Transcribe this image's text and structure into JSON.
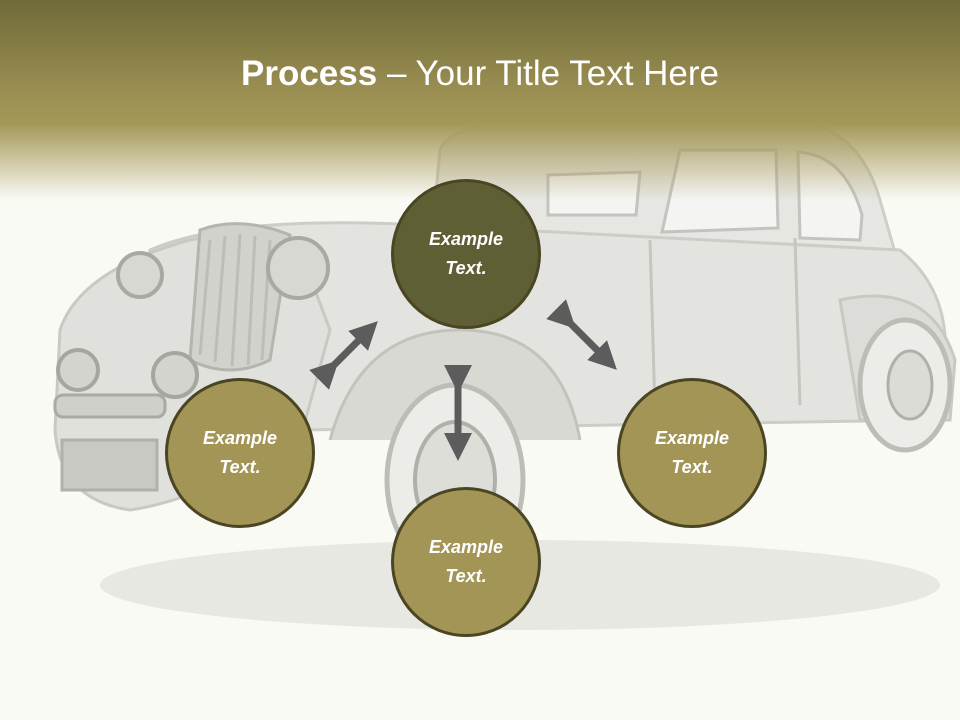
{
  "title": {
    "bold": "Process",
    "rest": " – Your Title Text Here"
  },
  "nodes": {
    "top": {
      "line1": "Example",
      "line2": "Text."
    },
    "left": {
      "line1": "Example",
      "line2": "Text."
    },
    "bottom": {
      "line1": "Example",
      "line2": "Text."
    },
    "right": {
      "line1": "Example",
      "line2": "Text."
    }
  },
  "colors": {
    "header_dark": "#6f6a38",
    "header_light": "#a49858",
    "center_node": "#5f5f35",
    "outer_node": "#a39555",
    "node_border": "#4a4522",
    "arrow": "#5c5c5c",
    "background": "#fafaf5"
  },
  "background_image": "vintage-car-photo"
}
